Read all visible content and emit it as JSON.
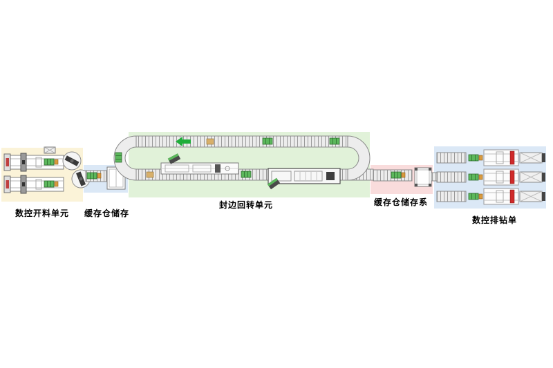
{
  "diagram": {
    "zones": [
      {
        "id": "cutting",
        "label": "数控开料单元",
        "color": "#fbf3d8"
      },
      {
        "id": "buffer-1",
        "label": "缓存仓储存",
        "color": "#dbe8f6"
      },
      {
        "id": "edgeband",
        "label": "封边回转单元",
        "color": "#e1f2d9"
      },
      {
        "id": "buffer-2",
        "label": "缓存仓储存系",
        "color": "#f9dcdc"
      },
      {
        "id": "drilling",
        "label": "数控排钻单",
        "color": "#dbe8f6"
      }
    ],
    "colors": {
      "panel_green": "#5cb85c",
      "panel_block_orange": "#d99a3d",
      "machine_red": "#cf2a2a",
      "arrow_green": "#1fae3a",
      "conveyor_gray": "#9a9a9a",
      "background": "#ffffff"
    }
  }
}
